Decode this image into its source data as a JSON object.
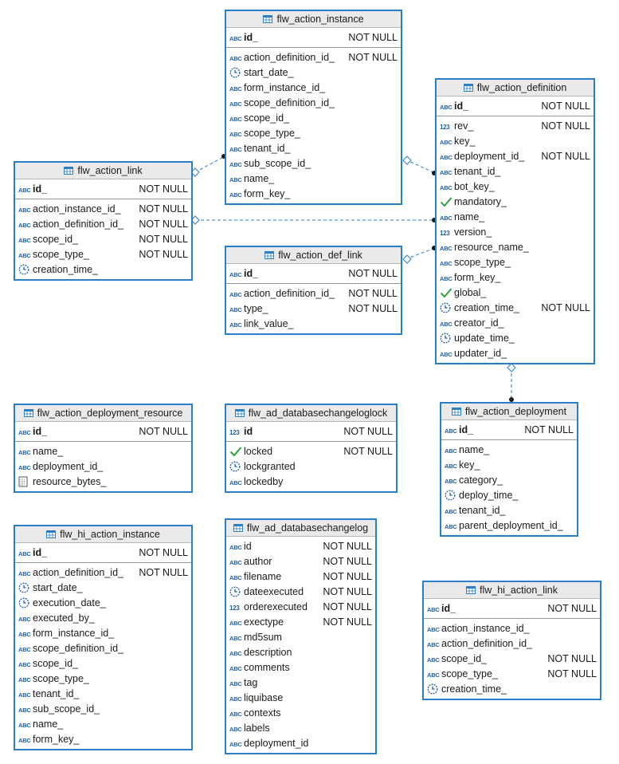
{
  "tables": {
    "flw_action_instance": {
      "title": "flw_action_instance",
      "pk": [
        {
          "name": "id_",
          "type": "abc",
          "nn": "NOT NULL"
        }
      ],
      "columns": [
        {
          "name": "action_definition_id_",
          "type": "abc",
          "nn": "NOT NULL"
        },
        {
          "name": "start_date_",
          "type": "clock",
          "nn": ""
        },
        {
          "name": "form_instance_id_",
          "type": "abc",
          "nn": ""
        },
        {
          "name": "scope_definition_id_",
          "type": "abc",
          "nn": ""
        },
        {
          "name": "scope_id_",
          "type": "abc",
          "nn": ""
        },
        {
          "name": "scope_type_",
          "type": "abc",
          "nn": ""
        },
        {
          "name": "tenant_id_",
          "type": "abc",
          "nn": ""
        },
        {
          "name": "sub_scope_id_",
          "type": "abc",
          "nn": ""
        },
        {
          "name": "name_",
          "type": "abc",
          "nn": ""
        },
        {
          "name": "form_key_",
          "type": "abc",
          "nn": ""
        }
      ]
    },
    "flw_action_definition": {
      "title": "flw_action_definition",
      "pk": [
        {
          "name": "id_",
          "type": "abc",
          "nn": "NOT NULL"
        }
      ],
      "columns": [
        {
          "name": "rev_",
          "type": "num",
          "nn": "NOT NULL"
        },
        {
          "name": "key_",
          "type": "abc",
          "nn": ""
        },
        {
          "name": "deployment_id_",
          "type": "abc",
          "nn": "NOT NULL"
        },
        {
          "name": "tenant_id_",
          "type": "abc",
          "nn": ""
        },
        {
          "name": "bot_key_",
          "type": "abc",
          "nn": ""
        },
        {
          "name": "mandatory_",
          "type": "check",
          "nn": ""
        },
        {
          "name": "name_",
          "type": "abc",
          "nn": ""
        },
        {
          "name": "version_",
          "type": "num",
          "nn": ""
        },
        {
          "name": "resource_name_",
          "type": "abc",
          "nn": ""
        },
        {
          "name": "scope_type_",
          "type": "abc",
          "nn": ""
        },
        {
          "name": "form_key_",
          "type": "abc",
          "nn": ""
        },
        {
          "name": "global_",
          "type": "check",
          "nn": ""
        },
        {
          "name": "creation_time_",
          "type": "clock",
          "nn": "NOT NULL"
        },
        {
          "name": "creator_id_",
          "type": "abc",
          "nn": ""
        },
        {
          "name": "update_time_",
          "type": "clock",
          "nn": ""
        },
        {
          "name": "updater_id_",
          "type": "abc",
          "nn": ""
        }
      ]
    },
    "flw_action_link": {
      "title": "flw_action_link",
      "pk": [
        {
          "name": "id_",
          "type": "abc",
          "nn": "NOT NULL"
        }
      ],
      "columns": [
        {
          "name": "action_instance_id_",
          "type": "abc",
          "nn": "NOT NULL"
        },
        {
          "name": "action_definition_id_",
          "type": "abc",
          "nn": "NOT NULL"
        },
        {
          "name": "scope_id_",
          "type": "abc",
          "nn": "NOT NULL"
        },
        {
          "name": "scope_type_",
          "type": "abc",
          "nn": "NOT NULL"
        },
        {
          "name": "creation_time_",
          "type": "clock",
          "nn": ""
        }
      ]
    },
    "flw_action_def_link": {
      "title": "flw_action_def_link",
      "pk": [
        {
          "name": "id_",
          "type": "abc",
          "nn": "NOT NULL"
        }
      ],
      "columns": [
        {
          "name": "action_definition_id_",
          "type": "abc",
          "nn": "NOT NULL"
        },
        {
          "name": "type_",
          "type": "abc",
          "nn": "NOT NULL"
        },
        {
          "name": "link_value_",
          "type": "abc",
          "nn": ""
        }
      ]
    },
    "flw_action_deployment_resource": {
      "title": "flw_action_deployment_resource",
      "pk": [
        {
          "name": "id_",
          "type": "abc",
          "nn": "NOT NULL"
        }
      ],
      "columns": [
        {
          "name": "name_",
          "type": "abc",
          "nn": ""
        },
        {
          "name": "deployment_id_",
          "type": "abc",
          "nn": ""
        },
        {
          "name": "resource_bytes_",
          "type": "binary",
          "nn": ""
        }
      ]
    },
    "flw_ad_databasechangeloglock": {
      "title": "flw_ad_databasechangeloglock",
      "pk": [
        {
          "name": "id",
          "type": "num",
          "nn": "NOT NULL"
        }
      ],
      "columns": [
        {
          "name": "locked",
          "type": "check",
          "nn": "NOT NULL"
        },
        {
          "name": "lockgranted",
          "type": "clock",
          "nn": ""
        },
        {
          "name": "lockedby",
          "type": "abc",
          "nn": ""
        }
      ]
    },
    "flw_action_deployment": {
      "title": "flw_action_deployment",
      "pk": [
        {
          "name": "id_",
          "type": "abc",
          "nn": "NOT NULL"
        }
      ],
      "columns": [
        {
          "name": "name_",
          "type": "abc",
          "nn": ""
        },
        {
          "name": "key_",
          "type": "abc",
          "nn": ""
        },
        {
          "name": "category_",
          "type": "abc",
          "nn": ""
        },
        {
          "name": "deploy_time_",
          "type": "clock",
          "nn": ""
        },
        {
          "name": "tenant_id_",
          "type": "abc",
          "nn": ""
        },
        {
          "name": "parent_deployment_id_",
          "type": "abc",
          "nn": ""
        }
      ]
    },
    "flw_hi_action_instance": {
      "title": "flw_hi_action_instance",
      "pk": [
        {
          "name": "id_",
          "type": "abc",
          "nn": "NOT NULL"
        }
      ],
      "columns": [
        {
          "name": "action_definition_id_",
          "type": "abc",
          "nn": "NOT NULL"
        },
        {
          "name": "start_date_",
          "type": "clock",
          "nn": ""
        },
        {
          "name": "execution_date_",
          "type": "clock",
          "nn": ""
        },
        {
          "name": "executed_by_",
          "type": "abc",
          "nn": ""
        },
        {
          "name": "form_instance_id_",
          "type": "abc",
          "nn": ""
        },
        {
          "name": "scope_definition_id_",
          "type": "abc",
          "nn": ""
        },
        {
          "name": "scope_id_",
          "type": "abc",
          "nn": ""
        },
        {
          "name": "scope_type_",
          "type": "abc",
          "nn": ""
        },
        {
          "name": "tenant_id_",
          "type": "abc",
          "nn": ""
        },
        {
          "name": "sub_scope_id_",
          "type": "abc",
          "nn": ""
        },
        {
          "name": "name_",
          "type": "abc",
          "nn": ""
        },
        {
          "name": "form_key_",
          "type": "abc",
          "nn": ""
        }
      ]
    },
    "flw_ad_databasechangelog": {
      "title": "flw_ad_databasechangelog",
      "pk": [],
      "columns": [
        {
          "name": "id",
          "type": "abc",
          "nn": "NOT NULL"
        },
        {
          "name": "author",
          "type": "abc",
          "nn": "NOT NULL"
        },
        {
          "name": "filename",
          "type": "abc",
          "nn": "NOT NULL"
        },
        {
          "name": "dateexecuted",
          "type": "clock",
          "nn": "NOT NULL"
        },
        {
          "name": "orderexecuted",
          "type": "num",
          "nn": "NOT NULL"
        },
        {
          "name": "exectype",
          "type": "abc",
          "nn": "NOT NULL"
        },
        {
          "name": "md5sum",
          "type": "abc",
          "nn": ""
        },
        {
          "name": "description",
          "type": "abc",
          "nn": ""
        },
        {
          "name": "comments",
          "type": "abc",
          "nn": ""
        },
        {
          "name": "tag",
          "type": "abc",
          "nn": ""
        },
        {
          "name": "liquibase",
          "type": "abc",
          "nn": ""
        },
        {
          "name": "contexts",
          "type": "abc",
          "nn": ""
        },
        {
          "name": "labels",
          "type": "abc",
          "nn": ""
        },
        {
          "name": "deployment_id",
          "type": "abc",
          "nn": ""
        }
      ]
    },
    "flw_hi_action_link": {
      "title": "flw_hi_action_link",
      "pk": [
        {
          "name": "id_",
          "type": "abc",
          "nn": "NOT NULL"
        }
      ],
      "columns": [
        {
          "name": "action_instance_id_",
          "type": "abc",
          "nn": ""
        },
        {
          "name": "action_definition_id_",
          "type": "abc",
          "nn": ""
        },
        {
          "name": "scope_id_",
          "type": "abc",
          "nn": "NOT NULL"
        },
        {
          "name": "scope_type_",
          "type": "abc",
          "nn": "NOT NULL"
        },
        {
          "name": "creation_time_",
          "type": "clock",
          "nn": ""
        }
      ]
    }
  },
  "type_icons": {
    "abc": "abc-type-icon",
    "num": "numeric-type-icon",
    "clock": "datetime-type-icon",
    "check": "boolean-type-icon",
    "binary": "binary-type-icon"
  },
  "colors": {
    "table_border": "#2b7fc6",
    "header_bg": "#eaeaea",
    "connector": "#2b7fc6",
    "check": "#2ea043"
  }
}
